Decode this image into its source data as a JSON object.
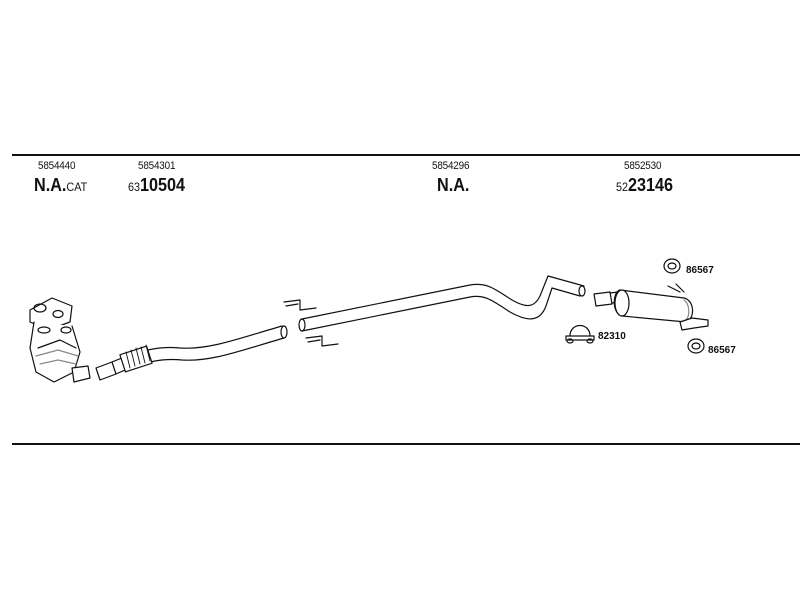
{
  "columns": [
    {
      "part_number": "5854440",
      "ref_bold": "N.A.",
      "ref_small": "CAT",
      "small_first": false
    },
    {
      "part_number": "5854301",
      "ref_small": "63",
      "ref_bold": "10504",
      "small_first": true
    },
    {
      "part_number": "5854296",
      "ref_bold": "N.A.",
      "ref_small": "",
      "small_first": false
    },
    {
      "part_number": "5852530",
      "ref_small": "52",
      "ref_bold": "23146",
      "small_first": true
    }
  ],
  "callouts": {
    "hanger_top": "86567",
    "clamp": "82310",
    "hanger_bottom": "86567"
  },
  "colors": {
    "line": "#111111",
    "part_fill": "#ffffff",
    "shade": "#d6d6d6"
  }
}
